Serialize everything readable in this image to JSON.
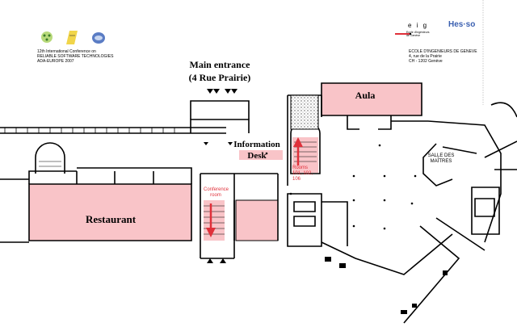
{
  "map": {
    "conference": {
      "line1": "12th International Conference on",
      "line2": "RELIABLE SOFTWARE TECHNOLOGIES",
      "line3": "ADA-EUROPE 2007"
    },
    "school": {
      "logo_text": "e i g",
      "logo_sub1": "Ecole d'ingénieurs",
      "logo_sub2": "de Genève",
      "network_logo": "Hes·so",
      "line1": "ECOLE D'INGENIEURS DE GENEVE",
      "line2": "4, rue de la Prairie",
      "line3": "CH - 1202 Genève"
    },
    "labels": {
      "main_entrance_1": "Main entrance",
      "main_entrance_2": "(4 Rue Prairie)",
      "information_1": "Information",
      "information_2": "Desk",
      "aula": "Aula",
      "restaurant": "Restaurant",
      "conference_room_1": "Conference",
      "conference_room_2": "room",
      "rooms_1": "Rooms",
      "rooms_2": "101, 102,",
      "rooms_3": "106",
      "salle_1": "SALLE DES",
      "salle_2": "MAÎTRES"
    },
    "colors": {
      "highlight": "#f9c4c8",
      "arrow": "#e0303a",
      "walls": "#000000"
    },
    "icons": [
      "ada-europe-logo",
      "conference-logo",
      "sponsor-logo",
      "arrow-up-icon",
      "arrow-down-icon",
      "entrance-arrow-icon"
    ]
  }
}
